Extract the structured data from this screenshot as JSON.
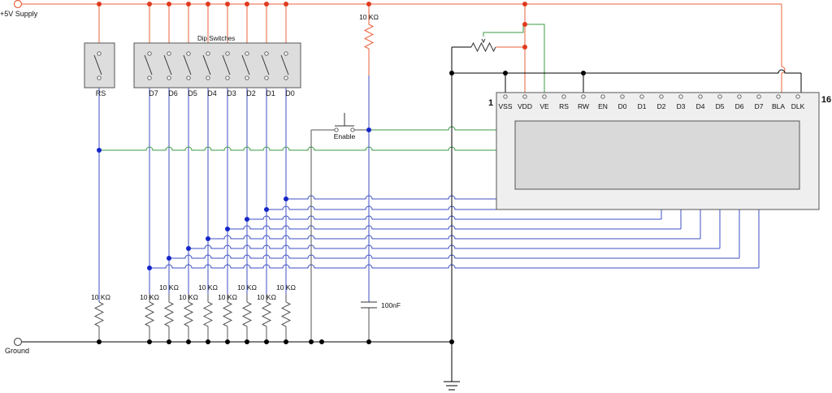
{
  "labels": {
    "supply": "+5V Supply",
    "ground": "Ground",
    "dip_title": "Dip Switches",
    "rs_switch": "RS",
    "enable": "Enable",
    "capacitor": "100nF",
    "lcd_pin_first": "1",
    "lcd_pin_last": "16"
  },
  "dip_switch_labels": [
    "D7",
    "D6",
    "D5",
    "D4",
    "D3",
    "D2",
    "D1",
    "D0"
  ],
  "resistors": {
    "enable_pullup": "10 KΩ",
    "rs_pulldown": "10 KΩ",
    "data_pulldowns": [
      "10 KΩ",
      "10 KΩ",
      "10 KΩ",
      "10 KΩ",
      "10 KΩ",
      "10 KΩ",
      "10 KΩ",
      "10 KΩ"
    ]
  },
  "lcd_pins": [
    "VSS",
    "VDD",
    "VE",
    "RS",
    "RW",
    "EN",
    "D0",
    "D1",
    "D2",
    "D3",
    "D4",
    "D5",
    "D6",
    "D7",
    "BLA",
    "DLK"
  ],
  "wire_colors": {
    "supply": "#e8603c",
    "signal": "#3d4fc4",
    "enable": "#3c9a44",
    "ground": "#000000",
    "node_supply": "#e03a1e",
    "node_signal": "#1525c8"
  }
}
